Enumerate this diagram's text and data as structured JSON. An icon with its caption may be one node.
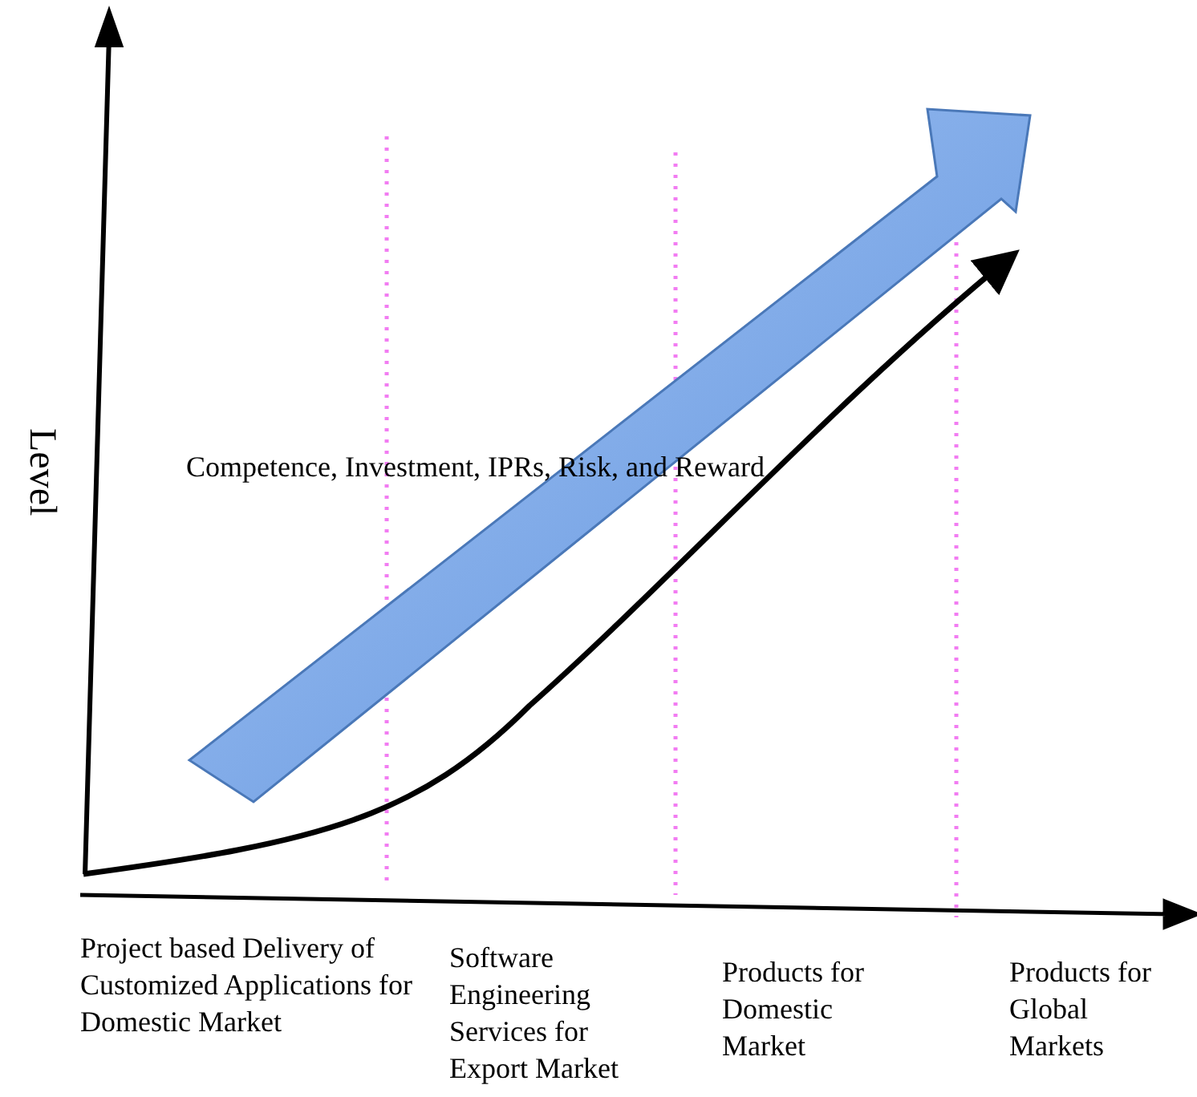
{
  "diagram": {
    "labels": [
      "Level",
      "Competence, Investment, IPRs, Risk, and Reward",
      "Project based Delivery of Customized Applications for Domestic Market",
      "Software Engineering Services for Export Market",
      "Products for Domestic Market",
      "Products for Global Markets"
    ]
  }
}
